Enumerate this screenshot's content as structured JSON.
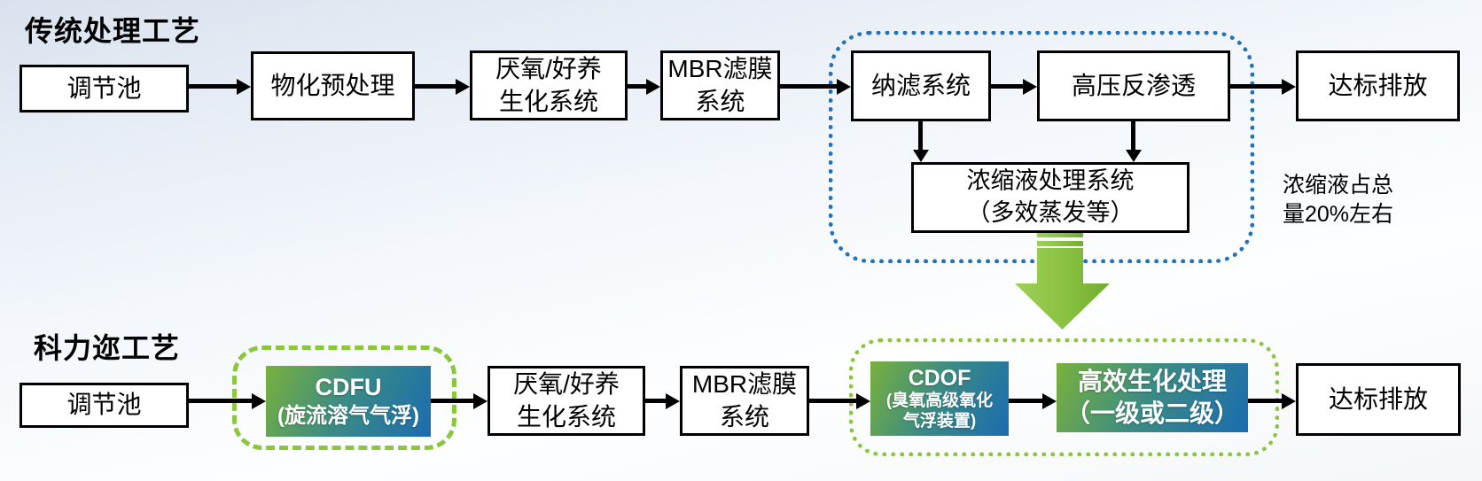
{
  "traditional": {
    "title": "传统处理工艺",
    "box_tiaojiechi": "调节池",
    "box_wuhua": "物化预处理",
    "box_yanyang_l1": "厌氧/好养",
    "box_yanyang_l2": "生化系统",
    "box_mbr_l1": "MBR滤膜",
    "box_mbr_l2": "系统",
    "box_nalv": "纳滤系统",
    "box_gaoya": "高压反渗透",
    "box_dabiao": "达标排放",
    "box_nongsuo_l1": "浓缩液处理系统",
    "box_nongsuo_l2": "（多效蒸发等）",
    "annotation_l1": "浓缩液占总",
    "annotation_l2": "量20%左右"
  },
  "keli": {
    "title": "科力迩工艺",
    "box_tiaojiechi": "调节池",
    "box_cdfu_l1": "CDFU",
    "box_cdfu_l2": "(旋流溶气气浮)",
    "box_yanyang_l1": "厌氧/好养",
    "box_yanyang_l2": "生化系统",
    "box_mbr_l1": "MBR滤膜",
    "box_mbr_l2": "系统",
    "box_cdof_l1": "CDOF",
    "box_cdof_l2": "(臭氧高级氧化",
    "box_cdof_l3": "气浮装置)",
    "box_gaoxiao_l1": "高效生化处理",
    "box_gaoxiao_l2": "（一级或二级）",
    "box_dabiao": "达标排放"
  },
  "colors": {
    "dotted_blue_border": "#2272b8",
    "green_accent": "#8cc63f",
    "gradient_green_start": "#79b13c",
    "gradient_blue_end": "#1b6cb0",
    "big_arrow_green_light": "#9ed058",
    "big_arrow_green_dark": "#74ab31",
    "box_border": "#000000"
  }
}
